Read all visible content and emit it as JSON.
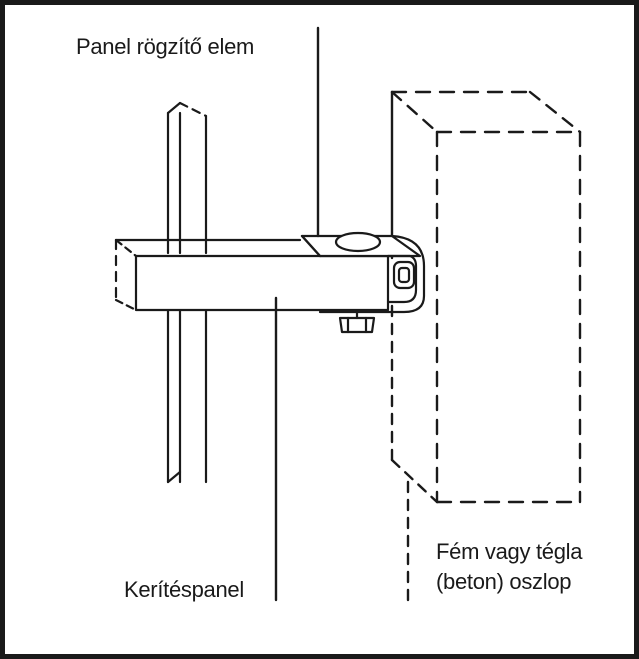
{
  "labels": {
    "fastener": "Panel rögzítő elem",
    "fence_panel": "Kerítéspanel",
    "post_line1": "Fém vagy tégla",
    "post_line2": "(beton) oszlop"
  },
  "colors": {
    "ink": "#1a1a1a",
    "background": "#ffffff"
  }
}
